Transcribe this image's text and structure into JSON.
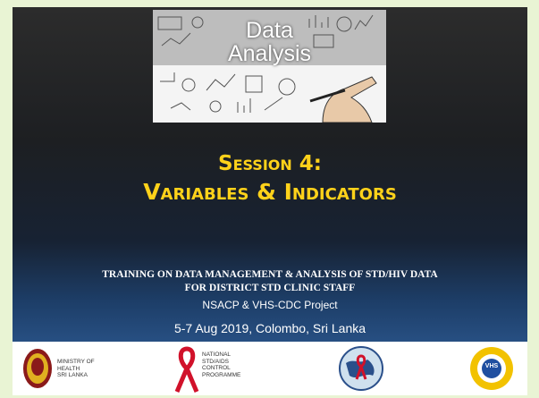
{
  "hero": {
    "line1": "Data",
    "line2": "Analysis"
  },
  "session": {
    "line1": "Session 4:",
    "line2": "Variables & Indicators"
  },
  "training": {
    "line1": "TRAINING ON DATA MANAGEMENT  & ANALYSIS OF STD/HIV DATA",
    "line2": "FOR DISTRICT STD CLINIC STAFF"
  },
  "project": "NSACP & VHS-CDC Project",
  "dates": "5-7 Aug 2019, Colombo, Sri Lanka",
  "logos": {
    "ministry": [
      "MINISTRY OF",
      "HEALTH",
      "SRI LANKA"
    ],
    "nsacp": [
      "NATIONAL",
      "STD/AIDS",
      "CONTROL",
      "PROGRAMME"
    ],
    "vhs_text": "VHS"
  },
  "colors": {
    "title": "#ffd21a",
    "slide_bg_bottom": "#274f82",
    "page_bg": "#e9f4d4"
  }
}
